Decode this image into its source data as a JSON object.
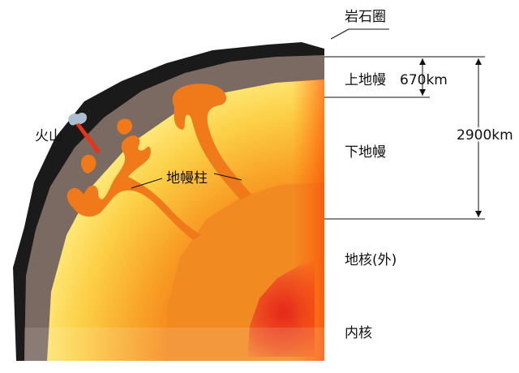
{
  "labels": {
    "lithosphere": "岩石圈",
    "upper_mantle": "上地幔",
    "depth_670": "670km",
    "depth_2900": "2900km",
    "lower_mantle": "下地幔",
    "volcano": "火山",
    "mantle_plume": "地幔柱",
    "outer_core": "地核(外)",
    "inner_core": "内核"
  },
  "colors": {
    "crust_dark": "#1a1a1a",
    "lithosphere_brown": "#7a6a62",
    "mantle_yellow": "#ffe36a",
    "mantle_orange": "#f7a21a",
    "plume_orange": "#f07a1a",
    "outer_core": "#f28a22",
    "inner_core": "#ea3d1a",
    "volcano_ash": "#a9bfd0",
    "magma_red": "#e8321a"
  }
}
